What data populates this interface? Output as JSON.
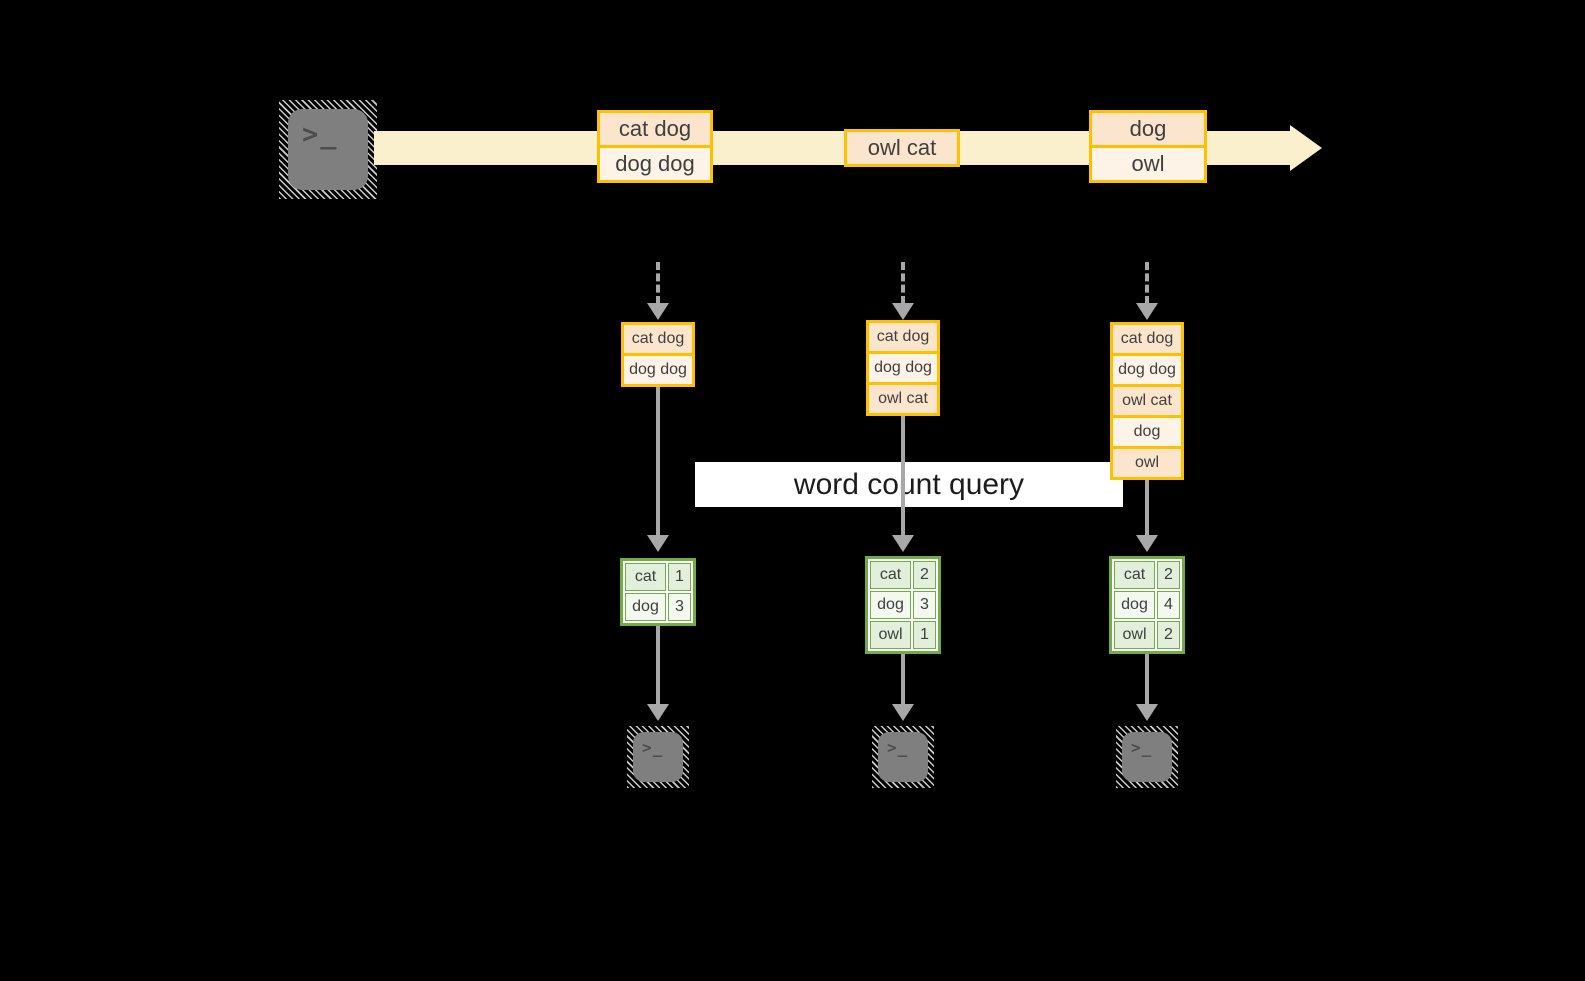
{
  "query_label": "word count query",
  "icons": {
    "terminal_glyph": ">_"
  },
  "colors": {
    "background": "#000000",
    "stream_arrow": "#FAF0CD",
    "box_border": "#FFC000",
    "box_fill_dark": "#FBE5CD",
    "box_fill_light": "#FDF3E6",
    "table_border": "#70AD47",
    "table_fill_dark": "#E2EFDA",
    "table_fill_light": "#F3F9EF",
    "connector_gray": "#A8A8A8",
    "terminal_fill": "#7F7F7F"
  },
  "stream": {
    "batches": [
      {
        "items": [
          "cat dog",
          "dog dog"
        ]
      },
      {
        "items": [
          "owl cat"
        ]
      },
      {
        "items": [
          "dog",
          "owl"
        ]
      }
    ]
  },
  "columns": [
    {
      "buffer": [
        "cat dog",
        "dog dog"
      ],
      "counts": [
        {
          "word": "cat",
          "count": "1"
        },
        {
          "word": "dog",
          "count": "3"
        }
      ]
    },
    {
      "buffer": [
        "cat dog",
        "dog dog",
        "owl cat"
      ],
      "counts": [
        {
          "word": "cat",
          "count": "2"
        },
        {
          "word": "dog",
          "count": "3"
        },
        {
          "word": "owl",
          "count": "1"
        }
      ]
    },
    {
      "buffer": [
        "cat dog",
        "dog dog",
        "owl cat",
        "dog",
        "owl"
      ],
      "counts": [
        {
          "word": "cat",
          "count": "2"
        },
        {
          "word": "dog",
          "count": "4"
        },
        {
          "word": "owl",
          "count": "2"
        }
      ]
    }
  ]
}
